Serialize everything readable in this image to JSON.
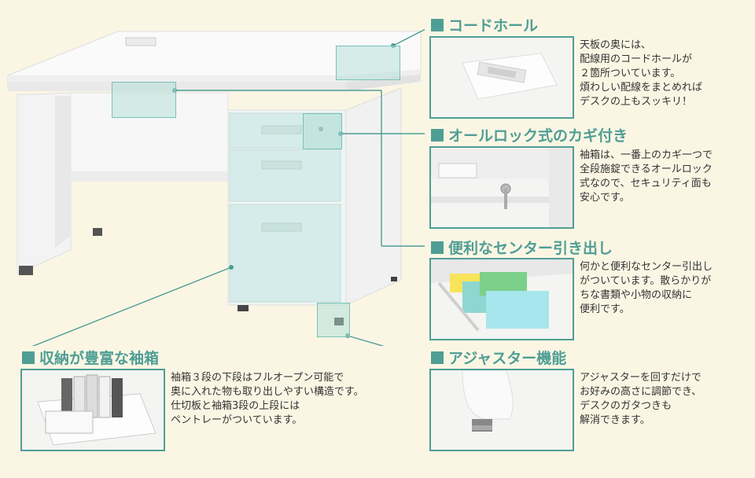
{
  "colors": {
    "accent": "#4f9e95",
    "background": "#fbf6e4"
  },
  "features": {
    "cord_hole": {
      "title": "コードホール",
      "desc": [
        "天板の奥には、",
        "配線用のコードホールが",
        "２箇所ついています。",
        "煩わしい配線をまとめれば",
        "デスクの上もスッキリ！"
      ]
    },
    "all_lock": {
      "title": "オールロック式のカギ付き",
      "desc": [
        "袖箱は、一番上のカギ一つで",
        "全段施錠できるオールロック",
        "式なので、セキュリティ面も",
        "安心です。"
      ]
    },
    "center_drawer": {
      "title": "便利なセンター引き出し",
      "desc": [
        "何かと便利なセンター引出し",
        "がついています。散らかりが",
        "ちな書類や小物の収納に",
        "便利です。"
      ]
    },
    "storage": {
      "title": "収納が豊富な袖箱",
      "desc": [
        "袖箱３段の下段はフルオープン可能で",
        "奥に入れた物も取り出しやすい構造です。",
        "仕切板と袖箱3段の上段には",
        "ペントレーがついています。"
      ]
    },
    "adjuster": {
      "title": "アジャスター機能",
      "desc": [
        "アジャスターを回すだけで",
        "お好みの高さに調節でき、",
        "デスクのガタつきも",
        "解消できます。"
      ]
    }
  }
}
